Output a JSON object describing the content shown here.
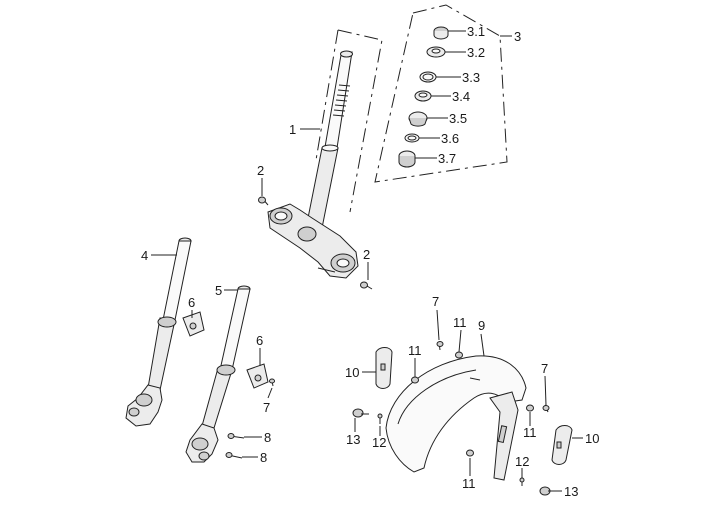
{
  "labels": {
    "p1": "1",
    "p2a": "2",
    "p2b": "2",
    "p3": "3",
    "p3_1": "3.1",
    "p3_2": "3.2",
    "p3_3": "3.3",
    "p3_4": "3.4",
    "p3_5": "3.5",
    "p3_6": "3.6",
    "p3_7": "3.7",
    "p4": "4",
    "p5": "5",
    "p6a": "6",
    "p6b": "6",
    "p7a": "7",
    "p7b": "7",
    "p7c": "7",
    "p8a": "8",
    "p8b": "8",
    "p9": "9",
    "p10a": "10",
    "p10b": "10",
    "p11a": "11",
    "p11b": "11",
    "p11c": "11",
    "p11d": "11",
    "p12a": "12",
    "p12b": "12",
    "p13a": "13",
    "p13b": "13"
  }
}
